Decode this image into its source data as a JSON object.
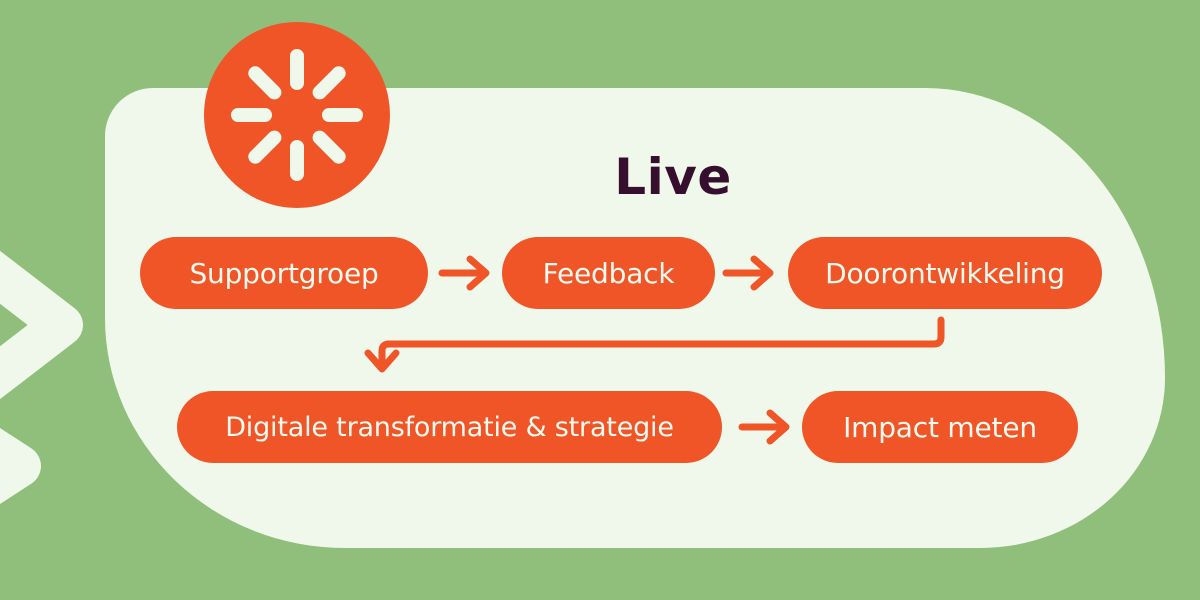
{
  "title": {
    "text": "Live"
  },
  "flow": {
    "row1": [
      {
        "label": "Supportgroep"
      },
      {
        "label": "Feedback"
      },
      {
        "label": "Doorontwikkeling"
      }
    ],
    "row2": [
      {
        "label": "Digitale transformatie & strategie"
      },
      {
        "label": "Impact meten"
      }
    ]
  },
  "icons": {
    "badge": "loading-spinner-icon",
    "arrows": "flow-arrow-icon",
    "connector": "elbow-connector-arrow",
    "brand": "brand-chevron-icon"
  },
  "colors": {
    "background_green": "#8FBF7B",
    "panel_cream": "#F0F8EB",
    "accent_orange": "#F05528",
    "title_dark": "#350F2D",
    "pill_text_cream": "#F4FAEF"
  }
}
